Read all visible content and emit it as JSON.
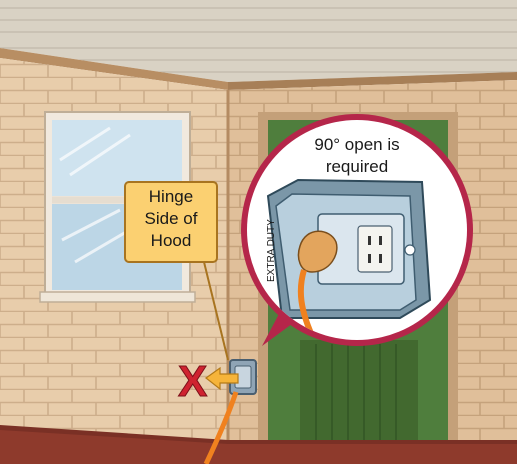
{
  "callout": {
    "line1": "Hinge",
    "line2": "Side of",
    "line3": "Hood"
  },
  "bubble": {
    "line1": "90° open is",
    "line2": "required"
  },
  "outlet_label": "EXTRA DUTY",
  "marks": {
    "wrong_side": "X"
  },
  "colors": {
    "brick": "#e7c9a4",
    "mortar": "#c9a882",
    "ceiling": "#d9d2c4",
    "door": "#4f7e3d",
    "door_trim": "#c4a079",
    "bubble_ring": "#b5264a",
    "callout_fill": "#fbd071",
    "callout_border": "#a87420",
    "cord": "#f0811f",
    "x_mark": "#cf2330",
    "arrow": "#f6b43a",
    "window_glass": "#cfe3ef",
    "floor": "#8e3a2c"
  },
  "icons": [
    "exterior-outlet-icon",
    "extension-cord-plug-icon",
    "wrong-side-x-icon",
    "direction-arrow-icon"
  ]
}
